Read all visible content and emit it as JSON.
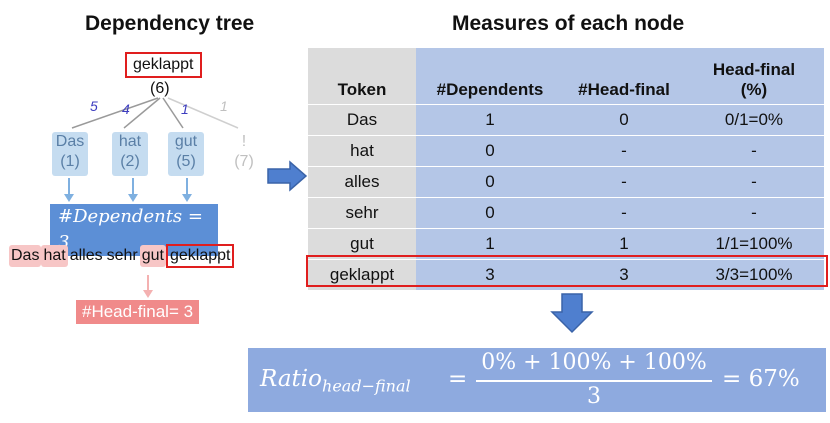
{
  "left": {
    "title": "Dependency tree",
    "root": {
      "word": "geklappt",
      "index": "(6)"
    },
    "dependents": [
      {
        "word": "Das",
        "index": "(1)",
        "arc": "5"
      },
      {
        "word": "hat",
        "index": "(2)",
        "arc": "4"
      },
      {
        "word": "gut",
        "index": "(5)",
        "arc": "1"
      }
    ],
    "ghost": {
      "word": "!",
      "index": "(7)",
      "arc": "1"
    },
    "dependents_label": "#Dependents = 3",
    "sentence": [
      "Das",
      "hat",
      "alles",
      "sehr",
      "gut",
      "geklappt"
    ],
    "head_final_label": "#Head-final= 3"
  },
  "right": {
    "title": "Measures of each node",
    "columns": [
      "Token",
      "#Dependents",
      "#Head-final",
      "Head-final",
      "(%)"
    ],
    "rows": [
      {
        "token": "Das",
        "deps": "1",
        "hf": "0",
        "pct": "0/1=0%"
      },
      {
        "token": "hat",
        "deps": "0",
        "hf": "-",
        "pct": "-"
      },
      {
        "token": "alles",
        "deps": "0",
        "hf": "-",
        "pct": "-"
      },
      {
        "token": "sehr",
        "deps": "0",
        "hf": "-",
        "pct": "-"
      },
      {
        "token": "gut",
        "deps": "1",
        "hf": "1",
        "pct": "1/1=100%"
      },
      {
        "token": "geklappt",
        "deps": "3",
        "hf": "3",
        "pct": "3/3=100%"
      }
    ]
  },
  "formula": {
    "lhs_main": "Ratio",
    "lhs_sub": "head−final",
    "equals": "=",
    "numerator": "0% + 100% + 100%",
    "denominator": "3",
    "result": "= 67%"
  },
  "colors": {
    "blue": "#5c8fd6",
    "light_blue": "#b4c6e7",
    "red": "#e01e1e",
    "pink": "#f08a8a",
    "arrow": "#4f7fcf"
  }
}
